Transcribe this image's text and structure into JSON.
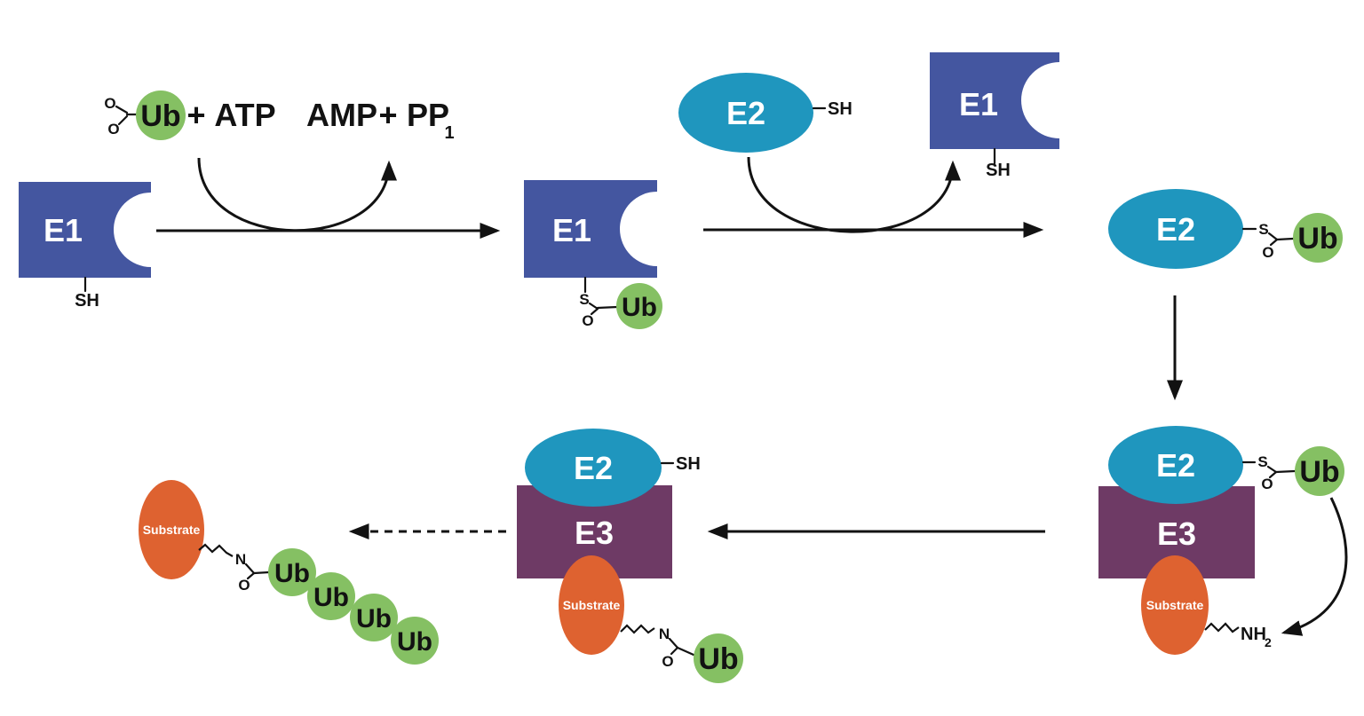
{
  "colors": {
    "e1_blue": "#4456A0",
    "e2_teal": "#1F96BE",
    "e3_purple": "#6E3A65",
    "substrate_orange": "#DE6230",
    "ub_green": "#85C063",
    "ink_black": "#121212",
    "label_white": "#FFFFFF",
    "background": "#FFFFFF"
  },
  "molecules": {
    "e1": "E1",
    "e2": "E2",
    "e3": "E3",
    "ub": "Ub",
    "substrate": "Substrate"
  },
  "chem_labels": {
    "sh": "SH",
    "s": "S",
    "o": "O",
    "n": "N",
    "nh": "NH",
    "nh_subscript": "2"
  },
  "reaction": {
    "plus_reactants": "+",
    "atp": "ATP",
    "amp": "AMP",
    "plus_products": "+",
    "pp": "PP",
    "pp_subscript": "1"
  }
}
